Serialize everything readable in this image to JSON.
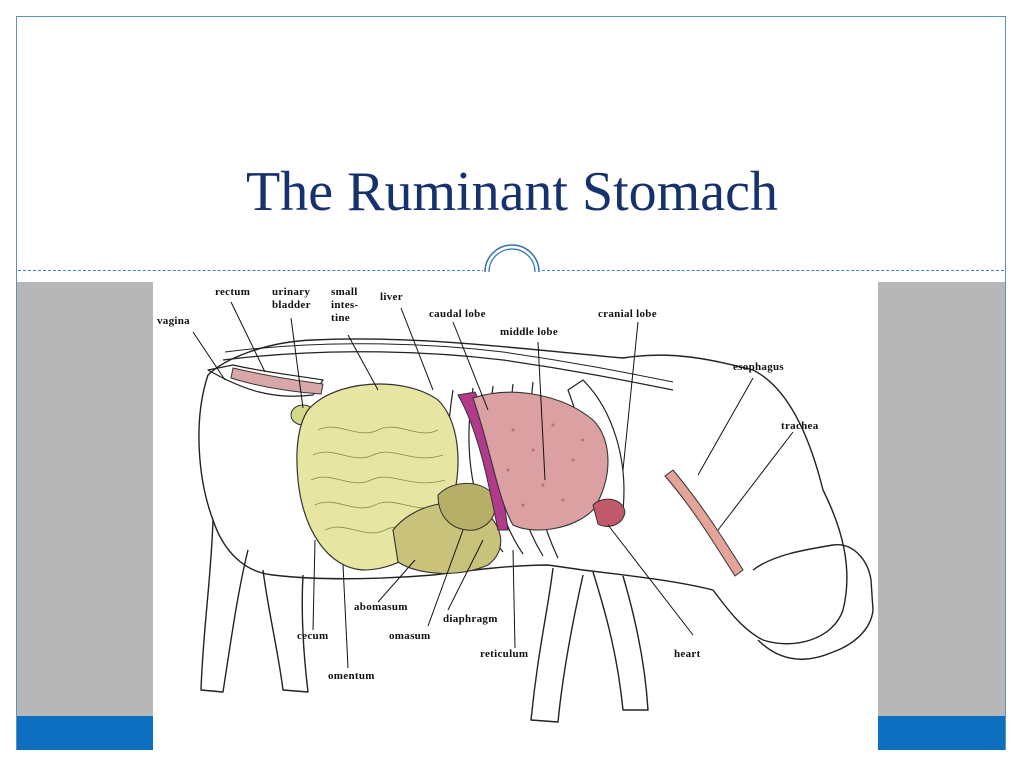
{
  "slide": {
    "title": "The Ruminant Stomach"
  },
  "figure": {
    "labels": {
      "rectum": "rectum",
      "urinary_bladder": "urinary\nbladder",
      "small_intestine": "small\nintes-\ntine",
      "liver": "liver",
      "vagina": "vagina",
      "caudal_lobe": "caudal lobe",
      "middle_lobe": "middle lobe",
      "cranial_lobe": "cranial lobe",
      "esophagus": "esophagus",
      "trachea": "trachea",
      "abomasum": "abomasum",
      "diaphragm": "diaphragm",
      "cecum": "cecum",
      "omasum": "omasum",
      "reticulum": "reticulum",
      "heart": "heart",
      "omentum": "omentum"
    },
    "colors": {
      "rumen": "#e6e6a2",
      "omasum_abomasum": "#c9c27a",
      "lung": "#dba0a2",
      "diaphragm": "#b23a8c",
      "trachea": "#e4a49a",
      "rectum": "#d9a7a7",
      "bladder": "#d4d98a",
      "outline": "#222222"
    }
  }
}
